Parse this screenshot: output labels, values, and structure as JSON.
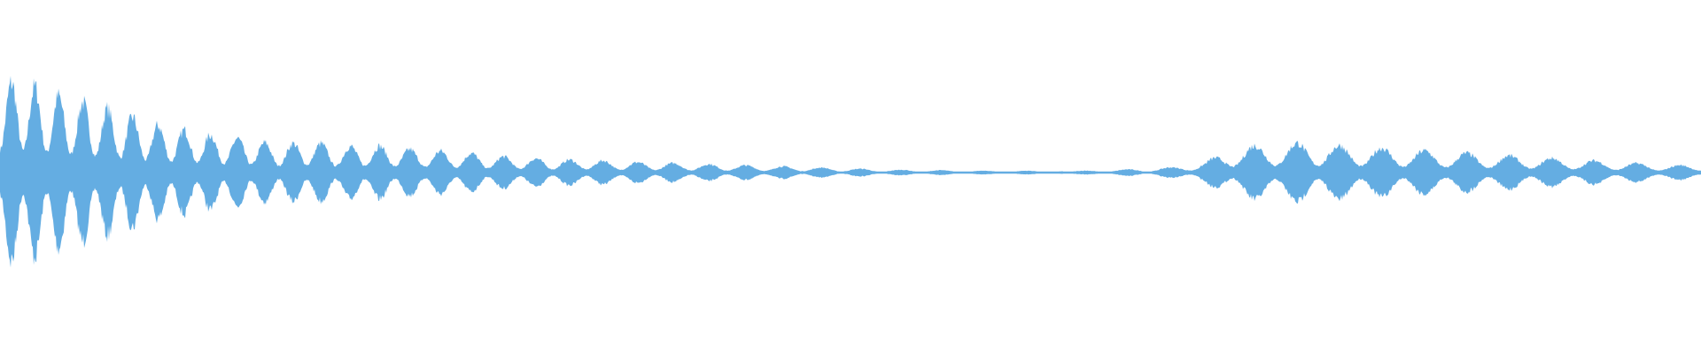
{
  "waveform": {
    "color": "#64ade2",
    "background": "#ffffff",
    "amplitude_profile": [
      1.0,
      0.95,
      0.82,
      0.74,
      0.64,
      0.52,
      0.46,
      0.4,
      0.36,
      0.3,
      0.34,
      0.28,
      0.3,
      0.26,
      0.24,
      0.22,
      0.18,
      0.16,
      0.14,
      0.14,
      0.12,
      0.11,
      0.1,
      0.09,
      0.08,
      0.07,
      0.06,
      0.05,
      0.04,
      0.03,
      0.03,
      0.02,
      0.02,
      0.02,
      0.02,
      0.02,
      0.03,
      0.04,
      0.06,
      0.12,
      0.28,
      0.3,
      0.32,
      0.3,
      0.28,
      0.26,
      0.24,
      0.22,
      0.2,
      0.18,
      0.16,
      0.14,
      0.12,
      0.1,
      0.08,
      0.08
    ]
  }
}
